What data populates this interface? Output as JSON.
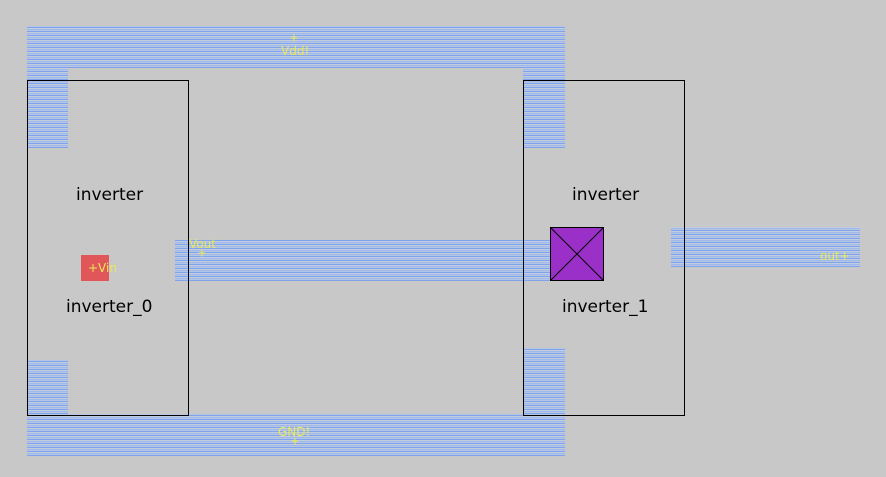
{
  "colors": {
    "background": "#c8c8c8",
    "metal": "#a9bfe8",
    "pin_label": "#e8e85a",
    "cell_outline": "#000000",
    "via": "#e15759",
    "contact": "#9b30c8"
  },
  "cells": [
    {
      "type": "inverter",
      "instance": "inverter_0"
    },
    {
      "type": "inverter",
      "instance": "inverter_1"
    }
  ],
  "pins": {
    "vdd": "Vdd!",
    "gnd": "GND!",
    "vin": "+Vin",
    "vout": "Vout",
    "out": "out+"
  }
}
